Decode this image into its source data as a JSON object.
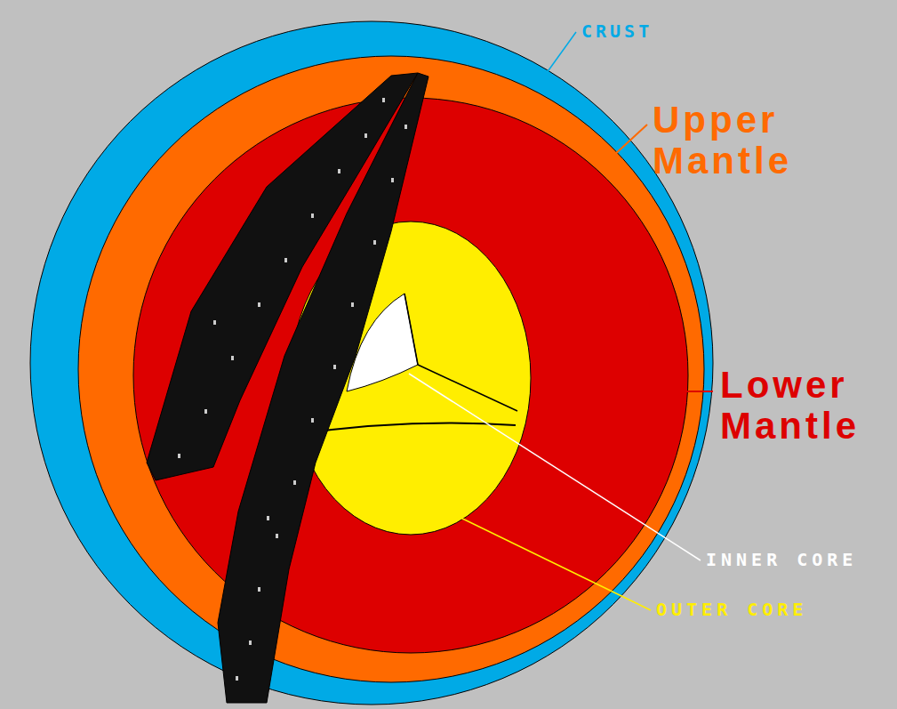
{
  "diagram": {
    "labels": [
      "CRUST",
      "Upper Mantle",
      "Lower Mantle",
      "INNER CORE",
      "OUTER CORE"
    ]
  }
}
